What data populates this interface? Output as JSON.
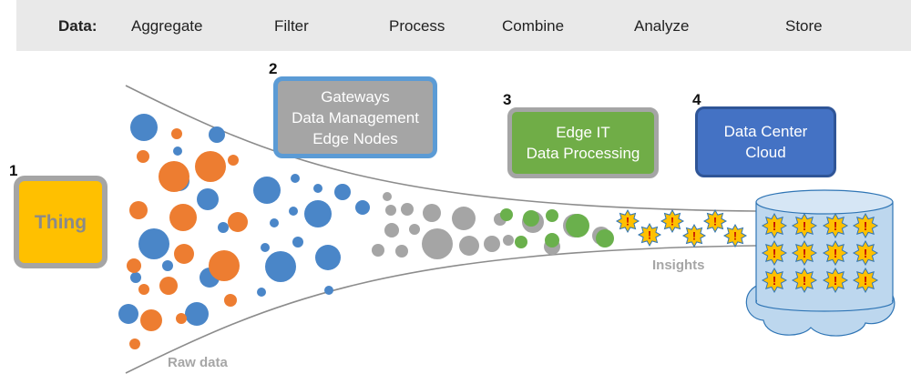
{
  "header": {
    "label": "Data:",
    "stages": [
      "Aggregate",
      "Filter",
      "Process",
      "Combine",
      "Analyze",
      "Store"
    ]
  },
  "steps": [
    {
      "number": "1",
      "text": "Thing"
    },
    {
      "number": "2",
      "lines": [
        "Gateways",
        "Data Management",
        "Edge Nodes"
      ]
    },
    {
      "number": "3",
      "lines": [
        "Edge IT",
        "Data Processing"
      ]
    },
    {
      "number": "4",
      "lines": [
        "Data Center",
        "Cloud"
      ]
    }
  ],
  "labels": {
    "raw_data": "Raw data",
    "insights": "Insights"
  },
  "colors": {
    "thing_fill": "#ffc000",
    "thing_border": "#a5a5a5",
    "gateway_fill": "#a5a5a5",
    "gateway_border": "#5b9bd5",
    "edge_fill": "#70ad47",
    "edge_border": "#a5a5a5",
    "cloud_fill": "#4472c4",
    "cloud_border": "#2f5597",
    "raw_blue": "#4a86c8",
    "raw_orange": "#ed7d31",
    "processed_gray": "#a5a5a5",
    "combined_green": "#6ab04c",
    "insight_star": "#ffc000",
    "storage": "#bdd7ee"
  },
  "icons": {
    "insight": "star-burst-icon",
    "storage": "database-cylinder-icon",
    "cloud": "cloud-icon"
  }
}
